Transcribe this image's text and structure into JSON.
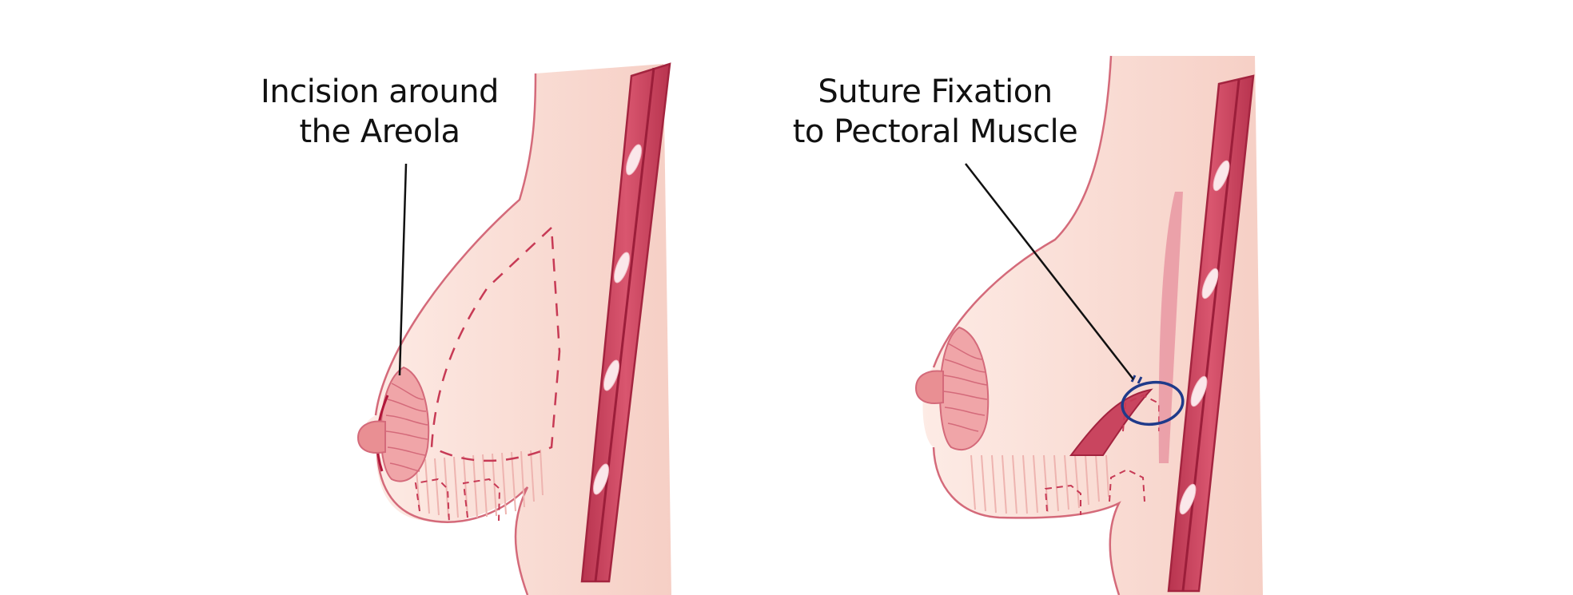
{
  "labels": {
    "left": {
      "line1": "Incision around",
      "line2": "the Areola"
    },
    "right": {
      "line1": "Suture Fixation",
      "line2": "to Pectoral Muscle"
    }
  },
  "colors": {
    "skin": "#fbe3dc",
    "skin_shadow": "#f4c9bf",
    "outline": "#d46a7a",
    "muscle": "#c9455f",
    "muscle_dark": "#a3243f",
    "muscle_light": "#e58a9a",
    "areola": "#f0a5a8",
    "nipple": "#e98f93",
    "suture": "#1f3a8a",
    "leader_line": "#111111"
  }
}
